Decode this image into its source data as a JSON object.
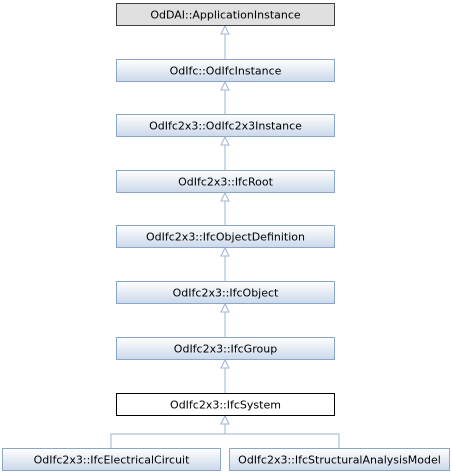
{
  "diagram": {
    "type": "class-inheritance-graph",
    "colors": {
      "root_fill": "#e0e0e0",
      "root_stroke": "#404040",
      "node_fill_top": "#ffffff",
      "node_fill_bottom": "#cbd8ea",
      "node_stroke": "#8aa6cc",
      "focus_fill": "#ffffff",
      "focus_stroke": "#000000",
      "edge": "#9fb6d3"
    },
    "nodes": [
      {
        "id": "n0",
        "label": "OdDAI::ApplicationInstance",
        "style": "root"
      },
      {
        "id": "n1",
        "label": "OdIfc::OdIfcInstance",
        "style": "link"
      },
      {
        "id": "n2",
        "label": "OdIfc2x3::OdIfc2x3Instance",
        "style": "link"
      },
      {
        "id": "n3",
        "label": "OdIfc2x3::IfcRoot",
        "style": "link"
      },
      {
        "id": "n4",
        "label": "OdIfc2x3::IfcObjectDefinition",
        "style": "link"
      },
      {
        "id": "n5",
        "label": "OdIfc2x3::IfcObject",
        "style": "link"
      },
      {
        "id": "n6",
        "label": "OdIfc2x3::IfcGroup",
        "style": "link"
      },
      {
        "id": "n7",
        "label": "OdIfc2x3::IfcSystem",
        "style": "focus"
      },
      {
        "id": "n8",
        "label": "OdIfc2x3::IfcElectricalCircuit",
        "style": "link"
      },
      {
        "id": "n9",
        "label": "OdIfc2x3::IfcStructuralAnalysisModel",
        "style": "link"
      }
    ],
    "edges": [
      {
        "from": "n1",
        "to": "n0"
      },
      {
        "from": "n2",
        "to": "n1"
      },
      {
        "from": "n3",
        "to": "n2"
      },
      {
        "from": "n4",
        "to": "n3"
      },
      {
        "from": "n5",
        "to": "n4"
      },
      {
        "from": "n6",
        "to": "n5"
      },
      {
        "from": "n7",
        "to": "n6"
      },
      {
        "from": "n8",
        "to": "n7"
      },
      {
        "from": "n9",
        "to": "n7"
      }
    ]
  }
}
